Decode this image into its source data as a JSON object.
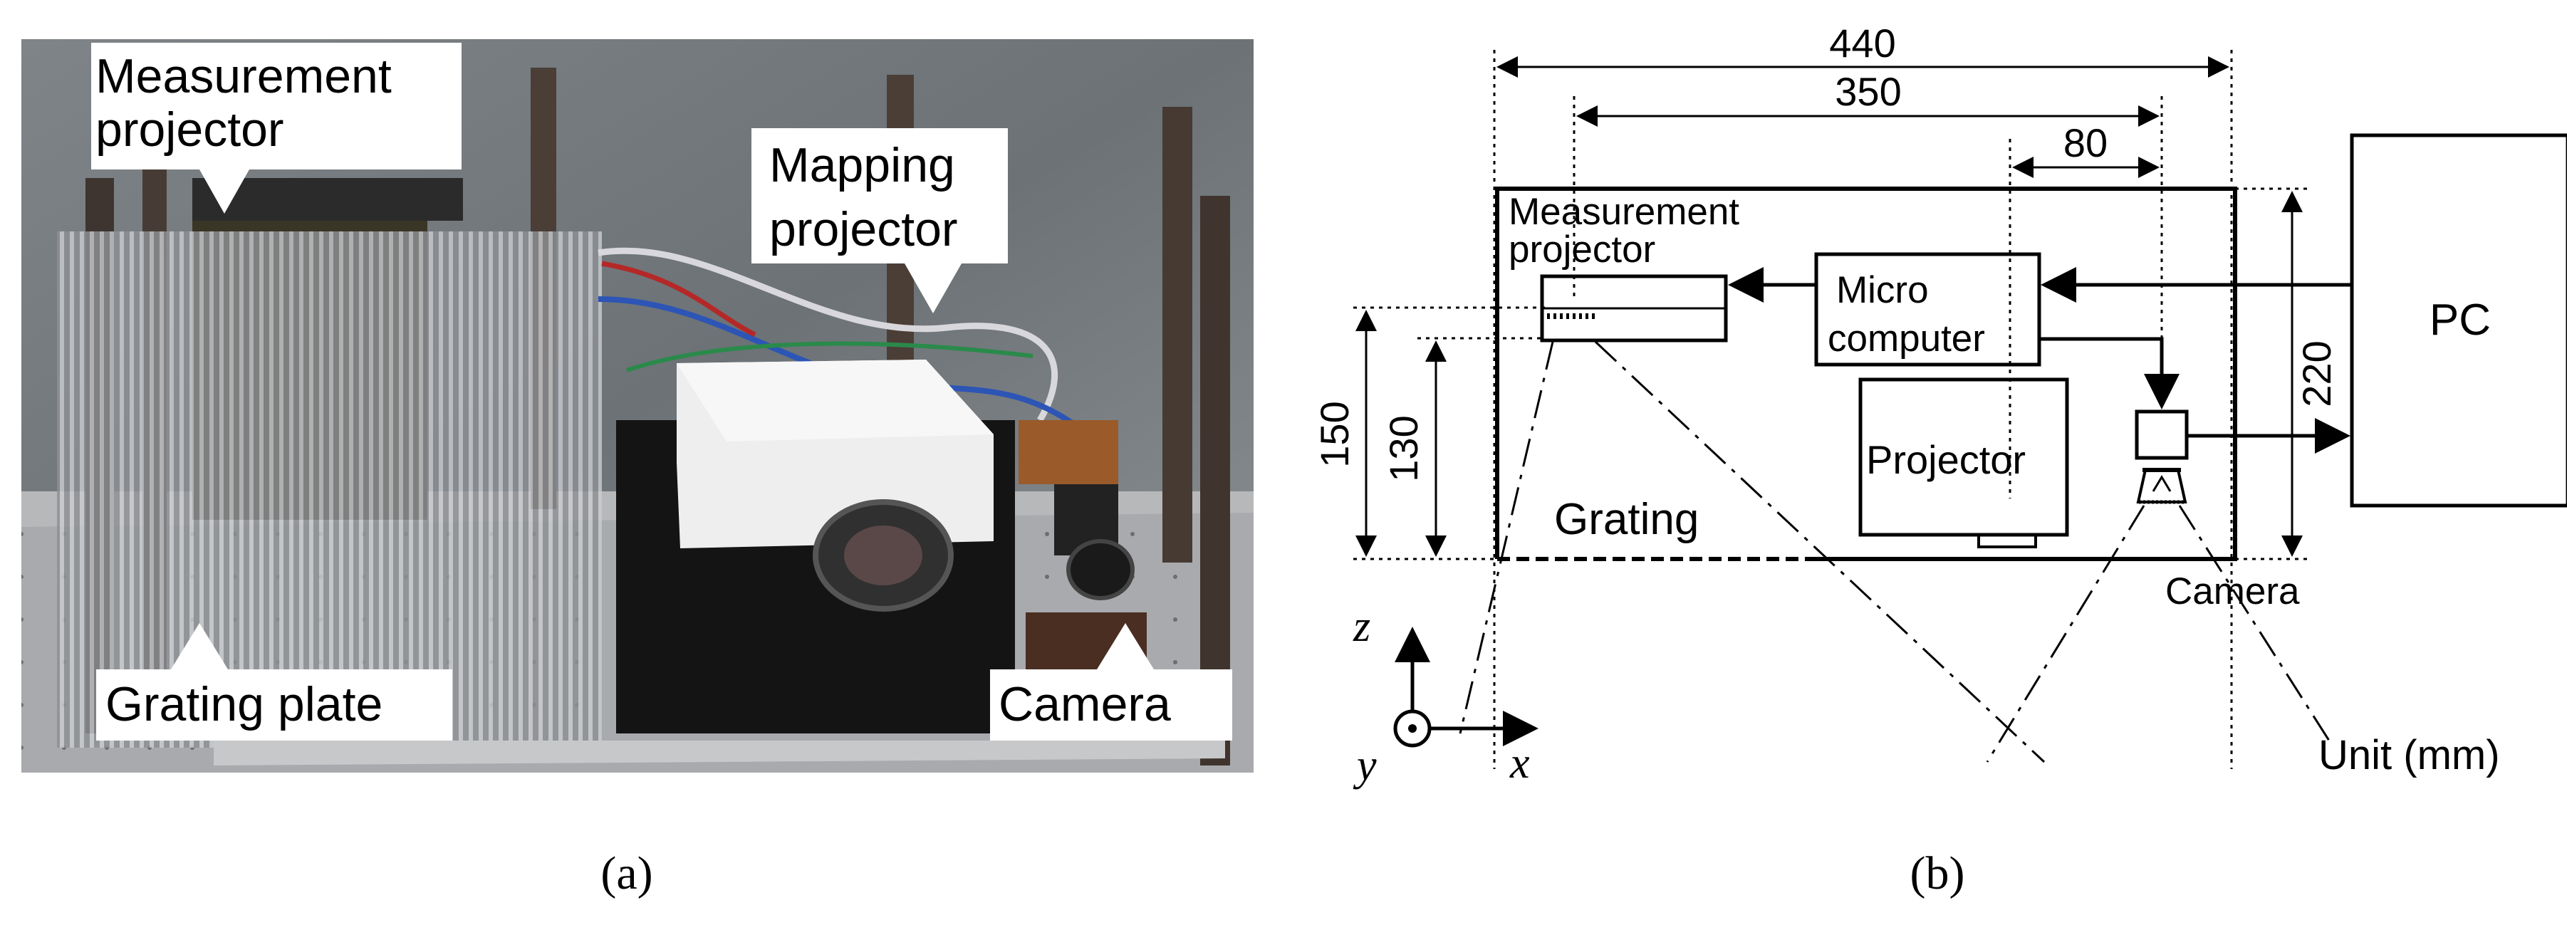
{
  "panel_a": {
    "labels": {
      "measurement_projector_line1": "Measurement",
      "measurement_projector_line2": "projector",
      "mapping_projector_line1": "Mapping",
      "mapping_projector_line2": "projector",
      "grating_plate": "Grating plate",
      "camera": "Camera"
    },
    "caption": "(a)"
  },
  "panel_b": {
    "dimensions": {
      "width_total": "440",
      "width_350": "350",
      "width_80": "80",
      "height_220": "220",
      "height_150": "150",
      "height_130": "130"
    },
    "components": {
      "measurement_projector_line1": "Measurement",
      "measurement_projector_line2": "projector",
      "micro_computer_line1": "Micro",
      "micro_computer_line2": "computer",
      "projector": "Projector",
      "grating": "Grating",
      "camera": "Camera",
      "pc": "PC"
    },
    "axes": {
      "z": "z",
      "x": "x",
      "y": "y"
    },
    "unit": "Unit (mm)",
    "caption": "(b)"
  },
  "colors": {
    "line": "#000000",
    "label_box": "#ffffff"
  }
}
